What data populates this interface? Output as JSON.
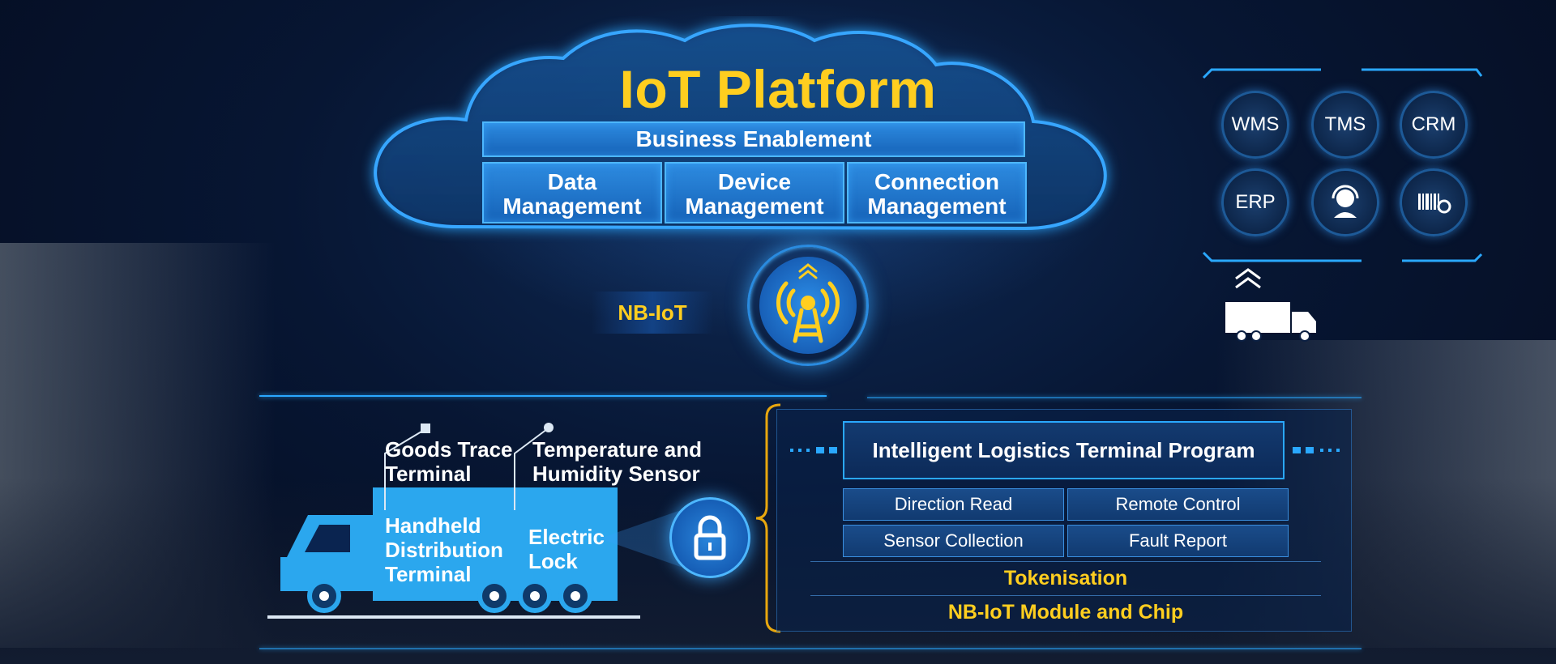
{
  "platform": {
    "title": "IoT Platform",
    "business": "Business Enablement",
    "modules": [
      {
        "line1": "Data",
        "line2": "Management"
      },
      {
        "line1": "Device",
        "line2": "Management"
      },
      {
        "line1": "Connection",
        "line2": "Management"
      }
    ]
  },
  "network": {
    "label": "NB-IoT",
    "icon": "signal-tower-icon"
  },
  "apps": [
    {
      "label": "WMS"
    },
    {
      "label": "TMS"
    },
    {
      "label": "CRM"
    },
    {
      "label": "ERP"
    },
    {
      "label": "",
      "icon": "customer-service-icon"
    },
    {
      "label": "",
      "icon": "barcode-icon"
    }
  ],
  "truck": {
    "goods_trace": {
      "line1": "Goods Trace",
      "line2": "Terminal"
    },
    "sensor": {
      "line1": "Temperature and",
      "line2": "Humidity Sensor"
    },
    "handheld": {
      "line1": "Handheld",
      "line2": "Distribution",
      "line3": "Terminal"
    },
    "lock": {
      "line1": "Electric",
      "line2": "Lock"
    }
  },
  "terminal_program": {
    "title": "Intelligent Logistics Terminal Program",
    "functions": [
      "Direction Read",
      "Remote Control",
      "Sensor Collection",
      "Fault Report"
    ],
    "layers": [
      "Tokenisation",
      "NB-IoT Module and Chip"
    ]
  },
  "colors": {
    "accent_yellow": "#ffce1f",
    "accent_blue": "#2aa8ff",
    "box_blue": "#1f77d0",
    "background": "#071633"
  }
}
